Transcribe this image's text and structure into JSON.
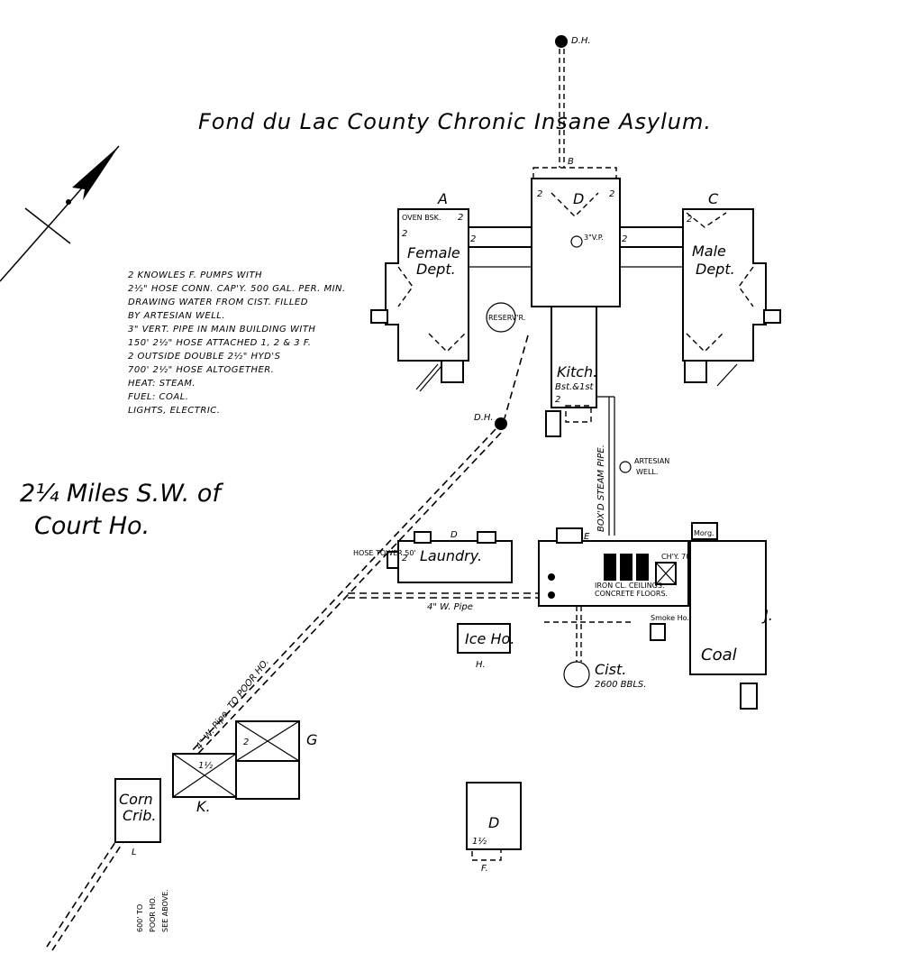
{
  "title": "Fond du Lac County Chronic Insane Asylum.",
  "location": {
    "line1": "2¼ Miles S.W. of",
    "line2": "Court Ho."
  },
  "notes": [
    "2 KNOWLES F. PUMPS WITH",
    "2½\" HOSE CONN.  CAP'Y. 500 GAL. PER. MIN.",
    "DRAWING WATER FROM CIST. FILLED",
    "BY ARTESIAN WELL.",
    "3\" VERT. PIPE IN MAIN BUILDING WITH",
    "150' 2½\" HOSE ATTACHED 1, 2 & 3 F.",
    "2 OUTSIDE DOUBLE 2½\" HYD'S",
    "700' 2½\" HOSE ALTOGETHER.",
    "HEAT: STEAM.",
    "FUEL: COAL.",
    "LIGHTS, ELECTRIC."
  ],
  "labels": {
    "dh": "D.H.",
    "dh2": "D.H.",
    "b": "B",
    "d_main": "D",
    "a": "A",
    "c": "C",
    "female1": "Female",
    "female2": "Dept.",
    "male1": "Male",
    "male2": "Dept.",
    "reservoir": "RESERV'R.",
    "kitch1": "Kitch.",
    "kitch2": "Bst.&1st",
    "artesian1": "ARTESIAN",
    "artesian2": "WELL.",
    "steam_pipe": "BOX'D STEAM PIPE.",
    "laundry": "Laundry.",
    "laundry_d": "D",
    "hose_tower": "HOSE TOWER 50'",
    "w_pipe": "4\" W. Pipe",
    "ice_house": "Ice Ho.",
    "h": "H.",
    "e": "E",
    "morgue": "Morg.",
    "chimney": "CH'Y. 70'",
    "iron_ceil1": "IRON CL. CEILINGS.",
    "iron_ceil2": "CONCRETE FLOORS.",
    "smoke_ho": "Smoke Ho.",
    "coal": "Coal",
    "j": "J.",
    "cistern1": "Cist.",
    "cistern2": "2600 BBLS.",
    "pipe_to_poor": "4\" W. Pipe.  TO POOR HO.",
    "g": "G",
    "k": "K.",
    "corn1": "Corn",
    "corn2": "Crib.",
    "l": "L",
    "d_bottom": "D",
    "f": "F.",
    "poor_ho_note1": "600' TO",
    "poor_ho_note2": "POOR HO.",
    "poor_ho_note3": "SEE ABOVE.",
    "oven": "OVEN BSK."
  }
}
